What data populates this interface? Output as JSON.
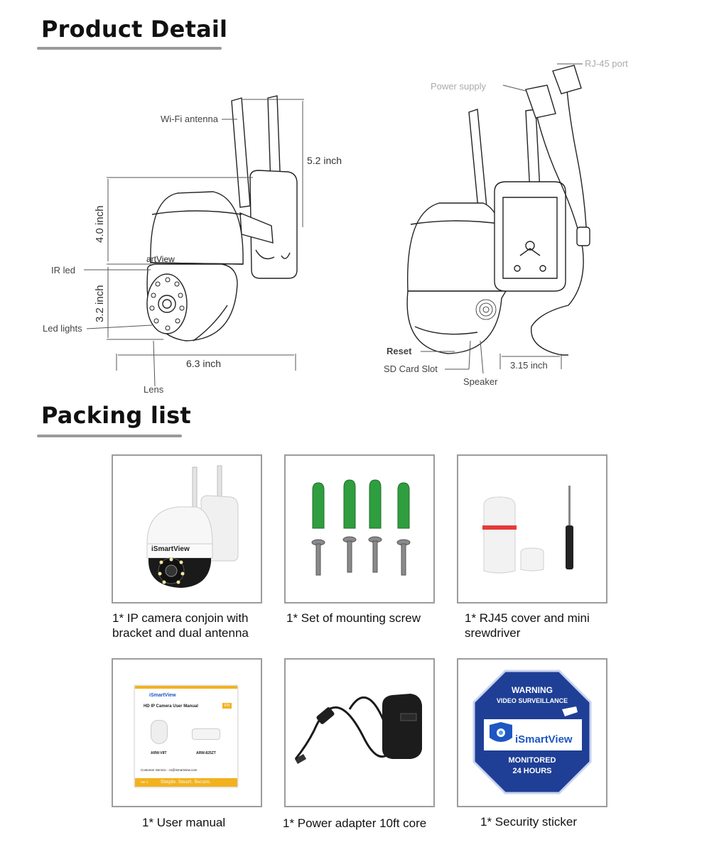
{
  "sections": {
    "product_detail_title": "Product Detail",
    "packing_list_title": "Packing list"
  },
  "front_view": {
    "wifi_antenna": "Wi-Fi antenna",
    "height_total": "5.2 inch",
    "height_upper": "4.0 inch",
    "height_lower": "3.2 inch",
    "width": "6.3 inch",
    "ir_led": "IR led",
    "led_lights": "Led lights",
    "lens": "Lens",
    "brand_fragment": "artView"
  },
  "rear_view": {
    "rj45_port": "RJ-45 port",
    "power_supply": "Power supply",
    "reset": "Reset",
    "sd_card_slot": "SD Card Slot",
    "speaker": "Speaker",
    "bracket_width": "3.15 inch"
  },
  "packing_items": [
    {
      "caption_line1": "1* IP camera conjoin with",
      "caption_line2": "bracket and dual antenna",
      "brand": "iSmartView"
    },
    {
      "caption_line1": "1* Set of mounting screw",
      "caption_line2": ""
    },
    {
      "caption_line1": "1* RJ45 cover and mini",
      "caption_line2": "srewdriver"
    },
    {
      "caption_line1": "1* User manual",
      "caption_line2": ""
    },
    {
      "caption_line1": "1* Power adapter 10ft core",
      "caption_line2": ""
    },
    {
      "caption_line1": "1* Security sticker",
      "caption_line2": ""
    }
  ],
  "manual": {
    "brand": "iSmartView",
    "title": "HD IP Camera User Manual",
    "lang": "EN",
    "model_a": "ARW-V8T",
    "model_b": "ARW-825ZT",
    "service": "Customer Service : cs@ismartview.com",
    "ver": "Ver 1",
    "slogan": "Simple. Smart. Secure."
  },
  "sticker": {
    "warning": "WARNING",
    "video_surveillance": "VIDEO SURVEILLANCE",
    "brand": "iSmartView",
    "monitored": "MONITORED",
    "hours": "24 HOURS",
    "colors": {
      "background": "#1f3f96",
      "brand_blue": "#1f57c3"
    }
  },
  "colors": {
    "accent_green": "#2f9e3f",
    "rule_gray": "#9a9a9a"
  }
}
